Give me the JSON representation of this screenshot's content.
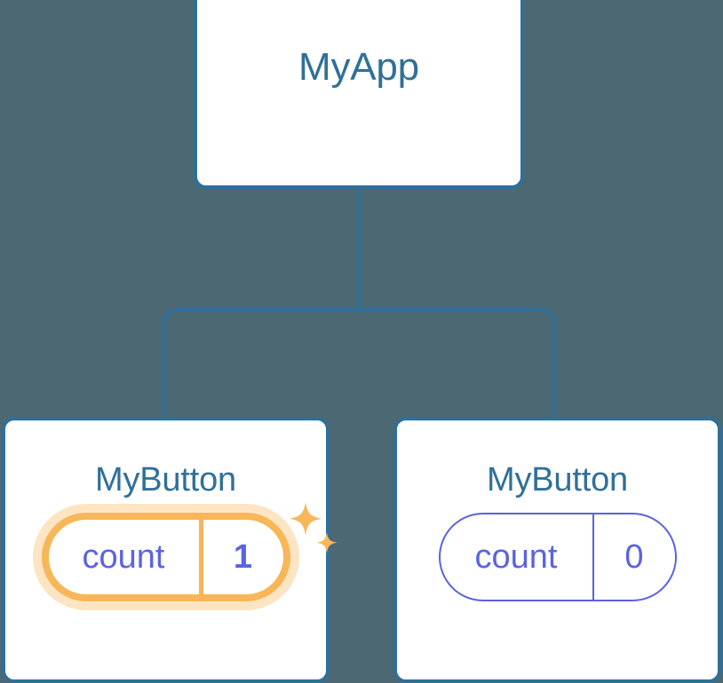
{
  "diagram": {
    "type": "component-tree",
    "background_color": "#4c6873",
    "edge_color": "#2f7099",
    "card_border_color": "#2f7099",
    "title_color": "#2f7099",
    "state_color": "#5b63de",
    "highlight_color": "#f7b759",
    "highlight_glow_color": "#fad9a8"
  },
  "root": {
    "title": "MyApp"
  },
  "children": [
    {
      "title": "MyButton",
      "state": {
        "key": "count",
        "value": "1"
      },
      "highlighted": true,
      "sparkle_count": 2
    },
    {
      "title": "MyButton",
      "state": {
        "key": "count",
        "value": "0"
      },
      "highlighted": false,
      "sparkle_count": 0
    }
  ]
}
